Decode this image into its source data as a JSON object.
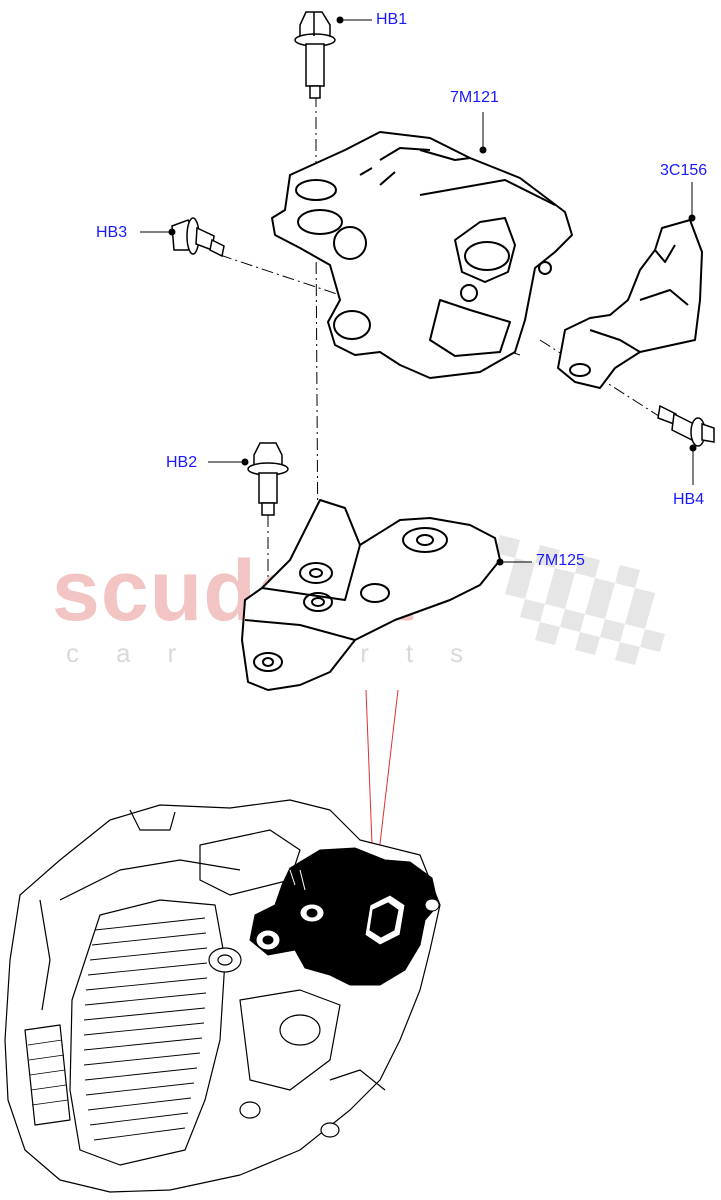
{
  "watermark": {
    "brand": "scuderia",
    "tagline": "car parts"
  },
  "callouts": {
    "hb1": "HB1",
    "m121": "7M121",
    "c156": "3C156",
    "hb3": "HB3",
    "hb2": "HB2",
    "hb4": "HB4",
    "m125": "7M125"
  },
  "colors": {
    "callout_text": "#1a1aff",
    "line_art": "#000000",
    "highlight_part": "#000000",
    "watermark_red": "#f2c4c4",
    "watermark_grey": "#d9d9d9",
    "leader_red": "#e03030"
  }
}
